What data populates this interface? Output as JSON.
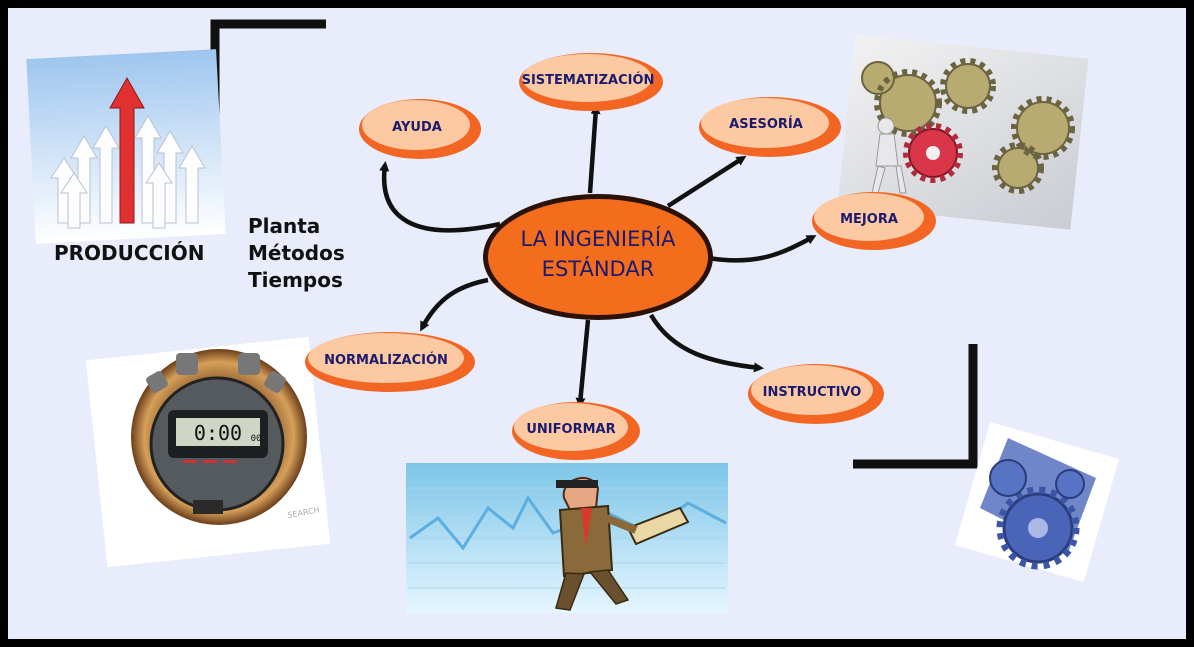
{
  "center": {
    "line1": "LA INGENIERÍA",
    "line2": "ESTÁNDAR"
  },
  "nodes": {
    "sistematizacion": "SISTEMATIZACIÓN",
    "ayuda": "AYUDA",
    "asesoria": "ASESORÍA",
    "mejora": "MEJORA",
    "normalizacion": "NORMALIZACIÓN",
    "instructivo": "INSTRUCTIVO",
    "uniformar": "UNIFORMAR"
  },
  "left_label": "PRODUCCIÓN",
  "side_list": [
    "Planta",
    "Métodos",
    "Tiempos"
  ],
  "stopwatch_display": "0:00",
  "stopwatch_display_small": "00",
  "watermark": "SEARCH",
  "colors": {
    "oval_fill": "#fcc9a2",
    "oval_ring": "#f26522",
    "center_fill": "#f36d1c",
    "text": "#1a1a6e",
    "background": "#e8ecfb"
  }
}
